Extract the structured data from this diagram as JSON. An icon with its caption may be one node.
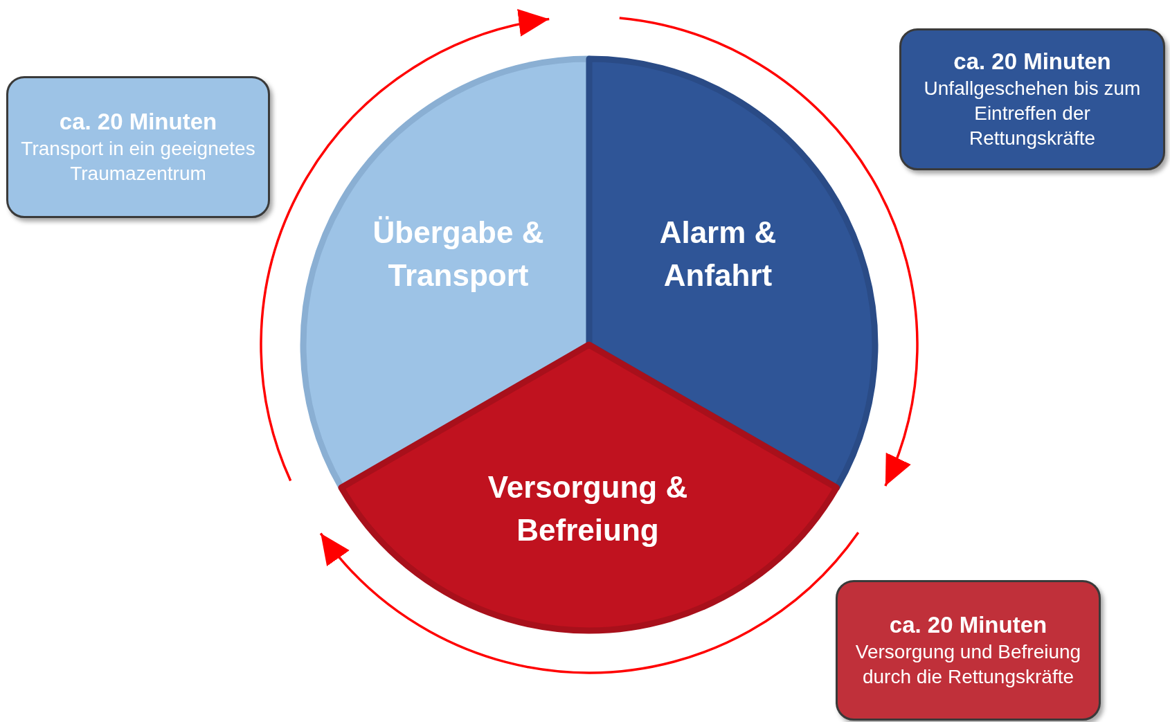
{
  "diagram": {
    "nodes": [
      {
        "text": [
          "ca. 20 Minuten",
          "Transport in ein geeignetes Traumazentrum"
        ]
      },
      {
        "text": [
          "Übergabe & Transport"
        ]
      },
      {
        "text": [
          "Alarm & Anfahrt"
        ]
      },
      {
        "text": [
          "ca. 20 Minuten",
          "Unfallgeschehen bis zum Eintreffen der Rettungskräfte"
        ]
      },
      {
        "text": [
          "Versorgung & Befreiung"
        ]
      },
      {
        "text": [
          "ca. 20 Minuten",
          "Versorgung und Befreiung durch die Rettungskräfte"
        ]
      }
    ]
  }
}
